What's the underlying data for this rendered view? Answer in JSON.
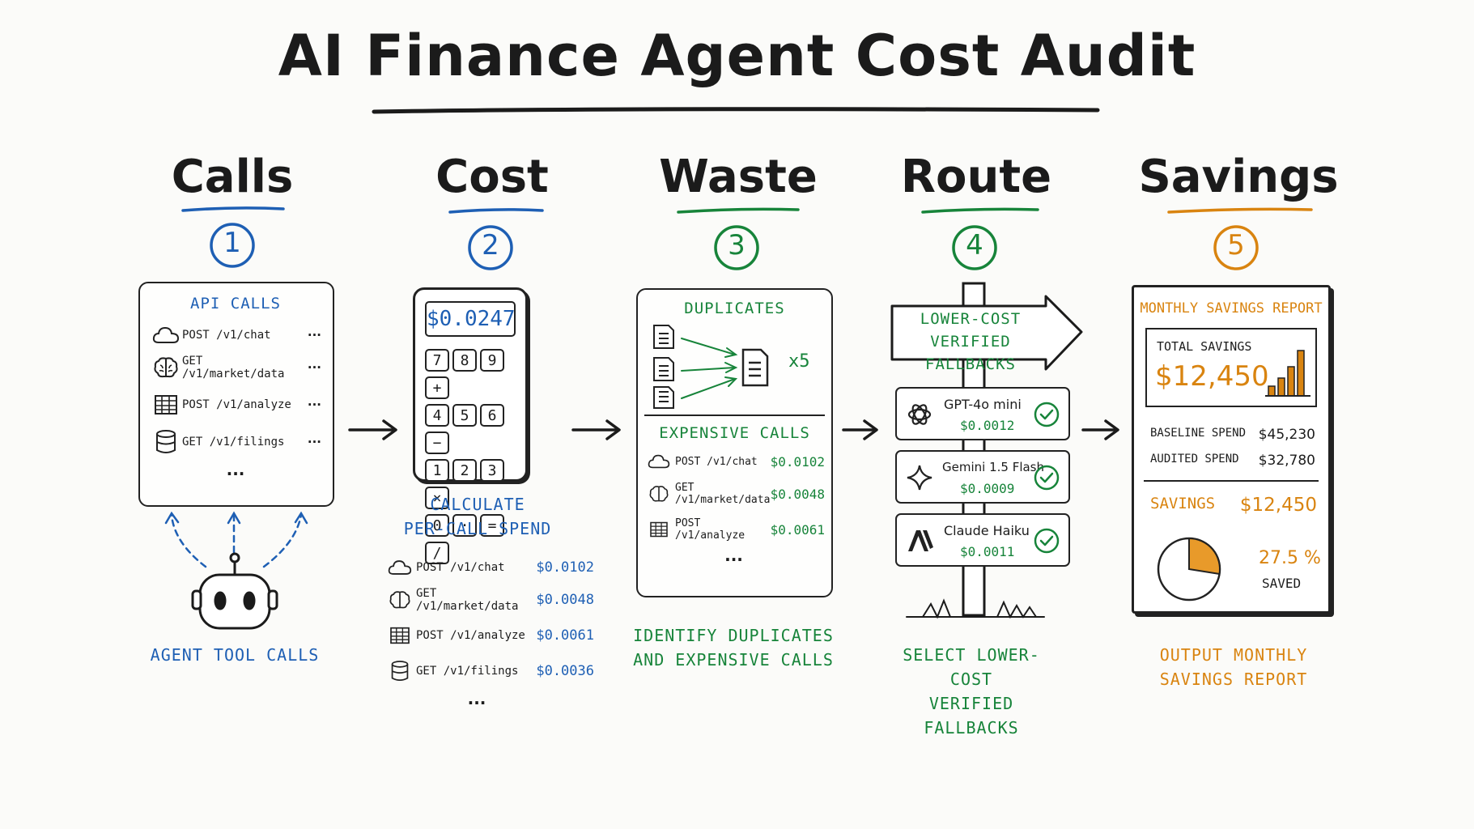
{
  "title": "AI Finance Agent Cost Audit",
  "steps": [
    {
      "title": "Calls",
      "number": "1",
      "color": "#1e5fb4"
    },
    {
      "title": "Cost",
      "number": "2",
      "color": "#1e5fb4"
    },
    {
      "title": "Waste",
      "number": "3",
      "color": "#17843a"
    },
    {
      "title": "Route",
      "number": "4",
      "color": "#17843a"
    },
    {
      "title": "Savings",
      "number": "5",
      "color": "#d98410"
    }
  ],
  "calls": {
    "header": "API CALLS",
    "rows": [
      {
        "icon": "cloud-icon",
        "endpoint": "POST /v1/chat",
        "dots": "···"
      },
      {
        "icon": "brain-icon",
        "endpoint": "GET /v1/market/data",
        "dots": "···"
      },
      {
        "icon": "table-icon",
        "endpoint": "POST /v1/analyze",
        "dots": "···"
      },
      {
        "icon": "database-icon",
        "endpoint": "GET /v1/filings",
        "dots": "···"
      }
    ],
    "more": "...",
    "caption": "AGENT TOOL CALLS"
  },
  "cost": {
    "display": "$0.0247",
    "keys": [
      [
        "7",
        "8",
        "9",
        "+"
      ],
      [
        "4",
        "5",
        "6",
        "−"
      ],
      [
        "1",
        "2",
        "3",
        "×"
      ],
      [
        "0",
        "·",
        "=",
        "/"
      ]
    ],
    "caption_line1": "CALCULATE",
    "caption_line2": "PER-CALL SPEND",
    "rows": [
      {
        "icon": "cloud-icon",
        "endpoint": "POST /v1/chat",
        "price": "$0.0102"
      },
      {
        "icon": "brain-icon",
        "endpoint": "GET /v1/market/data",
        "price": "$0.0048"
      },
      {
        "icon": "table-icon",
        "endpoint": "POST /v1/analyze",
        "price": "$0.0061"
      },
      {
        "icon": "database-icon",
        "endpoint": "GET /v1/filings",
        "price": "$0.0036"
      }
    ],
    "more": "..."
  },
  "waste": {
    "duplicates_header": "DUPLICATES",
    "dup_count": "x5",
    "expensive_header": "EXPENSIVE CALLS",
    "rows": [
      {
        "icon": "cloud-icon",
        "endpoint": "POST /v1/chat",
        "price": "$0.0102"
      },
      {
        "icon": "brain-icon",
        "endpoint": "GET /v1/market/data",
        "price": "$0.0048"
      },
      {
        "icon": "table-icon",
        "endpoint": "POST /v1/analyze",
        "price": "$0.0061"
      }
    ],
    "more": "...",
    "caption_line1": "IDENTIFY DUPLICATES",
    "caption_line2": "AND EXPENSIVE CALLS"
  },
  "route": {
    "sign_line1": "LOWER-COST",
    "sign_line2": "VERIFIED FALLBACKS",
    "models": [
      {
        "icon": "openai-logo-icon",
        "name": "GPT-4o mini",
        "price": "$0.0012"
      },
      {
        "icon": "gemini-star-icon",
        "name": "Gemini 1.5 Flash",
        "price": "$0.0009"
      },
      {
        "icon": "anthropic-logo-icon",
        "name": "Claude Haiku",
        "price": "$0.0011"
      }
    ],
    "caption_line1": "SELECT LOWER-COST",
    "caption_line2": "VERIFIED FALLBACKS"
  },
  "savings": {
    "report_title": "MONTHLY SAVINGS REPORT",
    "total_label": "TOTAL SAVINGS",
    "total_value": "$12,450",
    "baseline_label": "BASELINE SPEND",
    "baseline_value": "$45,230",
    "audited_label": "AUDITED SPEND",
    "audited_value": "$32,780",
    "savings_label": "SAVINGS",
    "savings_value": "$12,450",
    "percent": "27.5 %",
    "percent_label": "SAVED",
    "saved_fraction": 0.275,
    "caption_line1": "OUTPUT MONTHLY",
    "caption_line2": "SAVINGS REPORT"
  }
}
